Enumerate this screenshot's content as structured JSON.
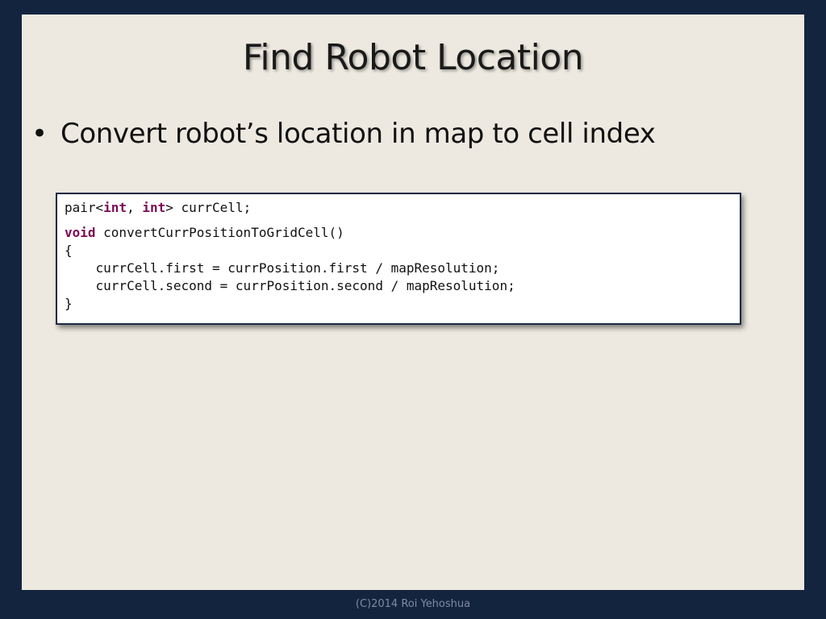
{
  "slide": {
    "title": "Find Robot Location",
    "bullet_glyph": "•",
    "bullet": "Convert robot’s location in map to cell index"
  },
  "code": {
    "line1": {
      "t1": "pair<",
      "k1": "int",
      "t2": ", ",
      "k2": "int",
      "t3": "> currCell;"
    },
    "line2": {
      "k1": "void",
      "t1": " convertCurrPositionToGridCell()"
    },
    "line3": "{",
    "line4": "    currCell.first = currPosition.first / mapResolution;",
    "line5": "    currCell.second = currPosition.second / mapResolution;",
    "line6": "}"
  },
  "footer": "(C)2014 Roi Yehoshua",
  "colors": {
    "frame": "#13243f",
    "slide_bg": "#ede9e0",
    "keyword": "#7a0a55"
  }
}
